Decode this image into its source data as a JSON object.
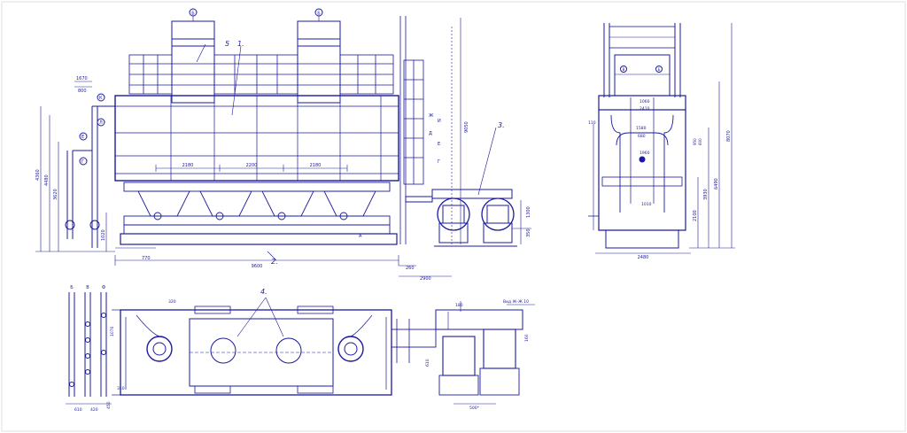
{
  "drawing": {
    "line_color": "#1a1aa0",
    "paper_color": "#ffffff",
    "front_view": {
      "top_tags": [
        "Б",
        "Б"
      ],
      "labels": {
        "five": "5",
        "one": "1.",
        "two": "2.",
        "three": "3."
      },
      "dims_horizontal": [
        "2180",
        "2200",
        "2180"
      ],
      "overall_length": "9600",
      "bottom_small": [
        "770",
        "260"
      ],
      "right_bottom": "2900",
      "height_right": "9050",
      "left_stack": [
        "4360",
        "4480",
        "3620",
        "1020"
      ],
      "top_left": [
        "1670",
        "800"
      ],
      "right_tags": [
        "Ж",
        "И",
        "Е",
        "Д",
        "Г"
      ],
      "left_tags": [
        "К",
        "Л",
        "Е",
        "Г"
      ],
      "fan_heights": [
        "1300",
        "350"
      ],
      "bottom_tag": "А"
    },
    "side_view": {
      "top_tags": [
        "В",
        "Б"
      ],
      "dims": [
        "1060",
        "2410",
        "1580",
        "680",
        "1960",
        "1010"
      ],
      "left_small": "110",
      "right_dims": [
        "8070",
        "6490",
        "3930",
        "2100"
      ],
      "mid_right": [
        "950",
        "600"
      ],
      "bottom": "2480"
    },
    "plan_view": {
      "label_four": "4.",
      "left_tags": [
        "Б",
        "В",
        "Ф"
      ],
      "left_dims": [
        "610",
        "420",
        "450"
      ],
      "dims": [
        "320",
        "1070",
        "310",
        "610"
      ],
      "fan_dims": [
        "180",
        "160",
        "500*"
      ],
      "fan_note": "Вид Ж-Ж 10"
    }
  }
}
